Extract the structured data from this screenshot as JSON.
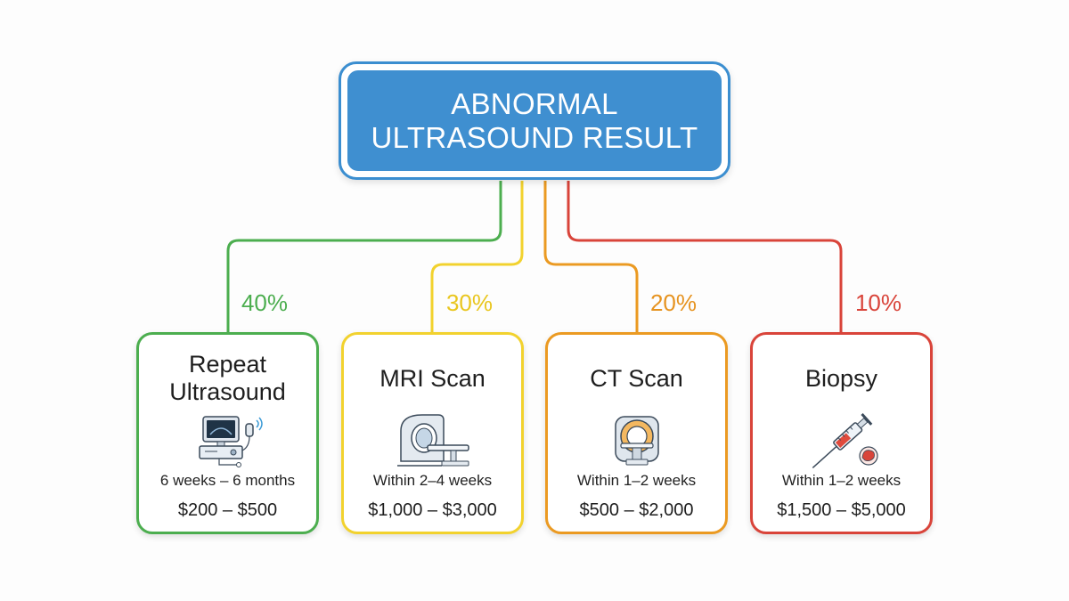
{
  "root": {
    "line1": "ABNORMAL",
    "line2": "ULTRASOUND RESULT"
  },
  "colors": {
    "root_fill": "#3f8fd0",
    "root_border": "#3b8ed0",
    "green": "#4cae4f",
    "yellow": "#f2d22e",
    "orange": "#eb9a22",
    "red": "#d9443a"
  },
  "branches": [
    {
      "percent": "40%",
      "title": "Repeat Ultrasound",
      "icon": "ultrasound-machine-icon",
      "timeframe": "6 weeks – 6 months",
      "cost": "$200 – $500",
      "color": "#4cae4f"
    },
    {
      "percent": "30%",
      "title": "MRI Scan",
      "icon": "mri-scanner-icon",
      "timeframe": "Within 2–4 weeks",
      "cost": "$1,000 – $3,000",
      "color": "#f2d22e"
    },
    {
      "percent": "20%",
      "title": "CT Scan",
      "icon": "ct-scanner-icon",
      "timeframe": "Within 1–2 weeks",
      "cost": "$500 – $2,000",
      "color": "#eb9a22"
    },
    {
      "percent": "10%",
      "title": "Biopsy",
      "icon": "biopsy-syringe-icon",
      "timeframe": "Within 1–2 weeks",
      "cost": "$1,500 – $5,000",
      "color": "#d9443a"
    }
  ]
}
